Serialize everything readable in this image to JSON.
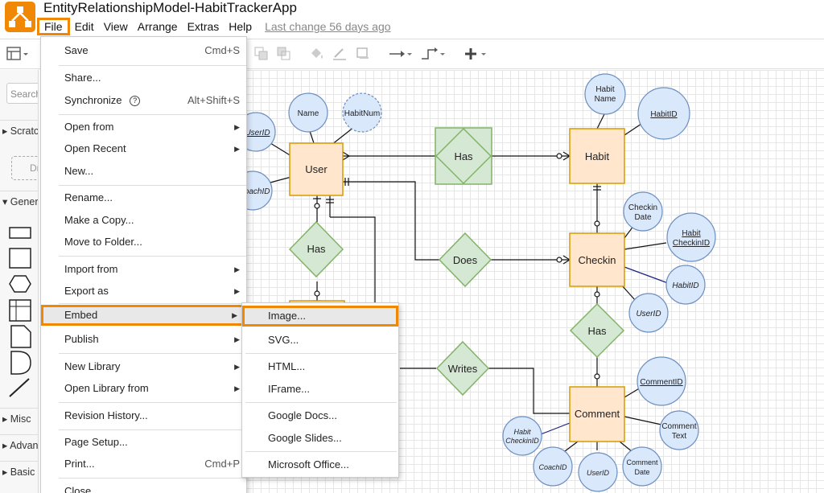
{
  "window": {
    "title": "EntityRelationshipModel-HabitTrackerApp",
    "last_change": "Last change 56 days ago"
  },
  "menubar": [
    "File",
    "Edit",
    "View",
    "Arrange",
    "Extras",
    "Help"
  ],
  "sidebar": {
    "search_placeholder": "Search",
    "scratchpad": "Scratch",
    "drop_hint": "Dr",
    "sections": [
      "General",
      "Misc",
      "Advanced",
      "Basic"
    ]
  },
  "file_menu": {
    "items": [
      {
        "label": "Save",
        "shortcut": "Cmd+S"
      },
      {
        "label": "Share..."
      },
      {
        "label": "Synchronize",
        "shortcut": "Alt+Shift+S",
        "help": "?"
      },
      {
        "label": "Open from",
        "submenu": true
      },
      {
        "label": "Open Recent",
        "submenu": true
      },
      {
        "label": "New..."
      },
      {
        "label": "Rename..."
      },
      {
        "label": "Make a Copy..."
      },
      {
        "label": "Move to Folder..."
      },
      {
        "label": "Import from",
        "submenu": true
      },
      {
        "label": "Export as",
        "submenu": true
      },
      {
        "label": "Embed",
        "submenu": true,
        "highlighted": true
      },
      {
        "label": "Publish",
        "submenu": true
      },
      {
        "label": "New Library",
        "submenu": true
      },
      {
        "label": "Open Library from",
        "submenu": true
      },
      {
        "label": "Revision History..."
      },
      {
        "label": "Page Setup..."
      },
      {
        "label": "Print...",
        "shortcut": "Cmd+P"
      },
      {
        "label": "Close"
      }
    ]
  },
  "embed_submenu": {
    "items": [
      "Image...",
      "SVG...",
      "HTML...",
      "IFrame...",
      "Google Docs...",
      "Google Slides...",
      "Microsoft Office..."
    ]
  },
  "diagram": {
    "entities": [
      "User",
      "Habit",
      "Checkin",
      "Comment"
    ],
    "relationships": [
      "Has",
      "Has",
      "Does",
      "Writes",
      "Has"
    ],
    "attributes": {
      "user_name": "Name",
      "user_habitnum": "HabitNum",
      "user_id": "UserID",
      "user_coachid": "CoachID",
      "habit_name_1": "Habit",
      "habit_name_2": "Name",
      "habit_id": "HabitID",
      "checkin_date_1": "Checkin",
      "checkin_date_2": "Date",
      "habit_checkinid_1": "Habit",
      "habit_checkinid_2": "CheckinID",
      "checkin_habitid": "HabitID",
      "checkin_userid": "UserID",
      "comment_id": "CommentID",
      "comment_text_1": "Comment",
      "comment_text_2": "Text",
      "comment_hc_1": "Habit",
      "comment_hc_2": "CheckinID",
      "comment_coachid": "CoachID",
      "comment_userid": "UserID",
      "comment_date_1": "Comment",
      "comment_date_2": "Date"
    }
  },
  "colors": {
    "accent": "#f08705",
    "entity_fill": "#ffe6cc",
    "entity_stroke": "#d79b00",
    "relation_fill": "#d5e8d4",
    "relation_stroke": "#82b366",
    "attr_fill": "#dae8fc",
    "attr_stroke": "#6c8ebf"
  }
}
